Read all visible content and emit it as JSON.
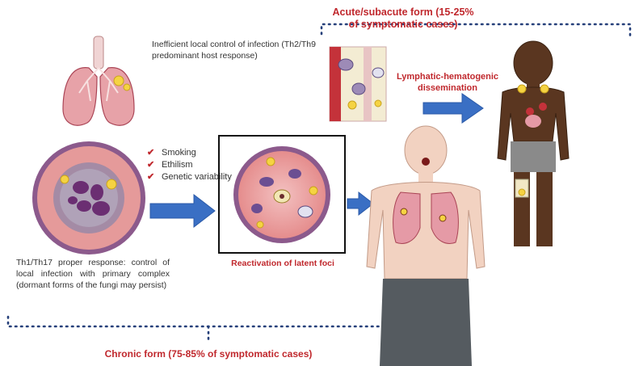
{
  "labels": {
    "acute_title": "Acute/subacute form (15-25% of symptomatic cases)",
    "inefficient_control": "Inefficient local control of infection (Th2/Th9 predominant host response)",
    "dissemination": "Lymphatic-hematogenic dissemination",
    "risk_factors": [
      "Smoking",
      "Ethilism",
      "Genetic variability"
    ],
    "proper_response": "Th1/Th17 proper response: control of local infection with primary complex (dormant forms of the fungi may persist)",
    "reactivation": "Reactivation of latent foci",
    "chronic_title": "Chronic form (75-85% of symptomatic cases)"
  },
  "icons": {
    "check": "✔"
  },
  "colors": {
    "accent_red": "#c0282d",
    "arrow_blue": "#3a6fc4",
    "dotted_line": "#26407a",
    "tissue_pink": "#e89a9a"
  }
}
